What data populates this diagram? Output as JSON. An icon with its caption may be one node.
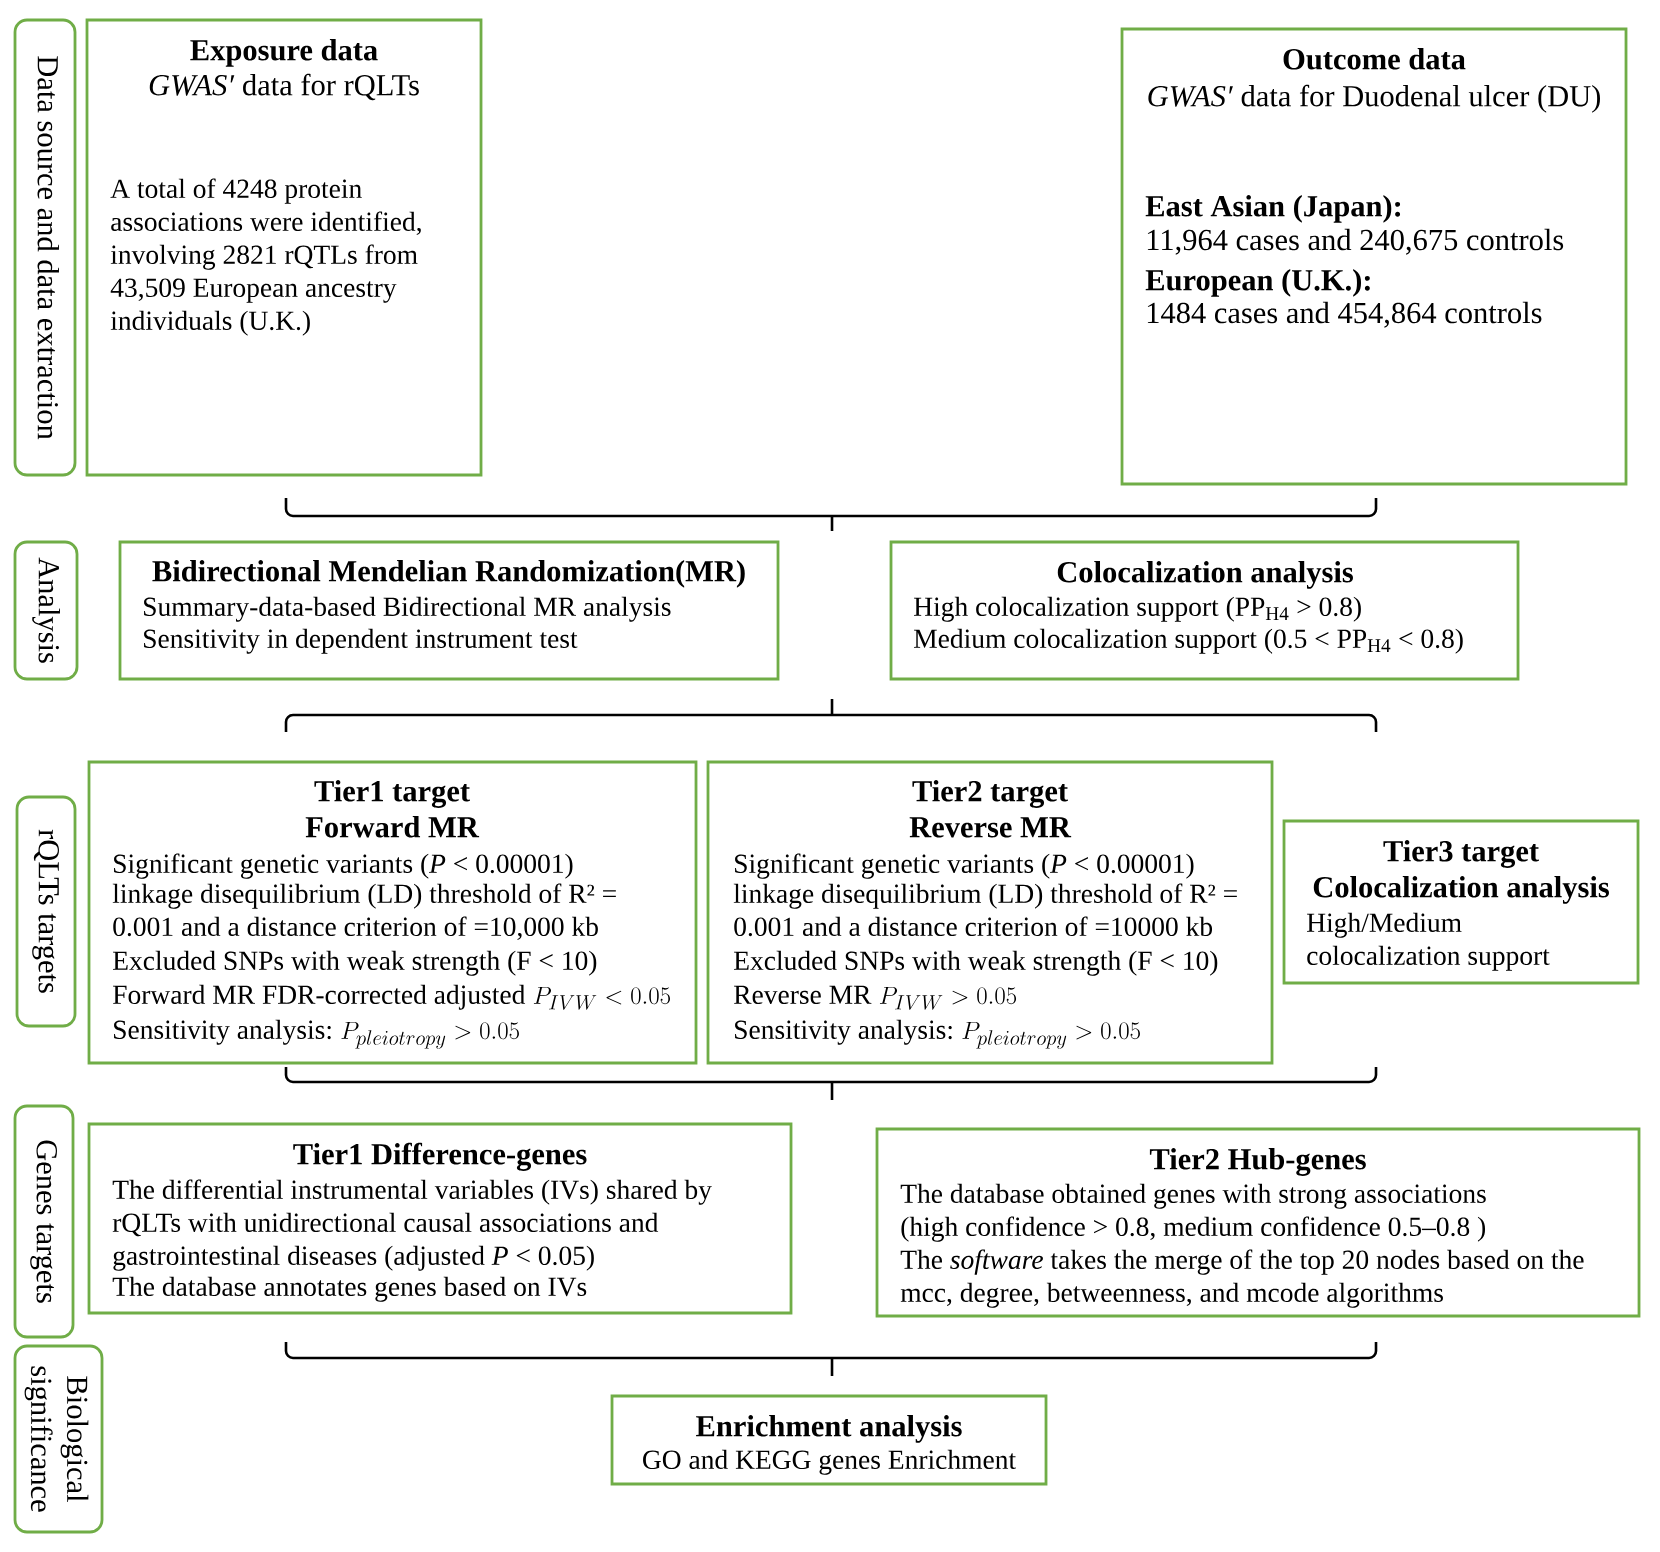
{
  "diagram": {
    "nodes": [
      {
        "text": [
          "Data source and data extraction"
        ]
      },
      {
        "text": [
          "Exposure data",
          "*GWAS′* data for rQLTs",
          "A total of 4248 protein associations were identified, involving 2821 rQTLs from 43,509 European ancestry individuals (U.K.)"
        ]
      },
      {
        "text": [
          "Outcome data",
          "*GWAS′* data for Duodenal ulcer (DU)",
          "East Asian (Japan):",
          "11,964 cases and 240,675 controls",
          "European (U.K.):",
          "1484 cases and 454,864 controls"
        ]
      },
      {
        "text": [
          "Analysis"
        ]
      },
      {
        "text": [
          "Bidirectional Mendelian Randomization(MR)",
          "Summary-data-based Bidirectional MR analysis",
          "Sensitivity in dependent instrument test"
        ]
      },
      {
        "text": [
          "Colocalization analysis",
          "High colocalization support (PP$_{H4}$ > 0.8)",
          "Medium colocalization support (0.5 < PP$_{H4}$ < 0.8)"
        ]
      },
      {
        "text": [
          "rQLTs targets"
        ]
      },
      {
        "text": [
          "Tier1 target",
          "Forward MR",
          "Significant genetic variants (*P* < 0.00001)",
          "linkage disequilibrium (LD) threshold of R² = 0.001 and a distance criterion of =10,000 kb",
          "Excluded SNPs with weak strength (F < 10)",
          "Forward MR FDR-corrected adjusted",
          "P_{IVW} < 0.05",
          "Sensitivity analysis:",
          "P_{pleiotropy} > 0.05"
        ]
      },
      {
        "text": [
          "Tier2 target",
          "Reverse MR",
          "Significant genetic variants (*P* < 0.00001)",
          "linkage disequilibrium (LD) threshold of R² = 0.001 and a distance criterion of =10000 kb",
          "Excluded SNPs with weak strength (F < 10)",
          "Reverse MR",
          "P_{IVW} > 0.05",
          "Sensitivity analysis:",
          "P_{pleiotropy} > 0.05"
        ]
      },
      {
        "text": [
          "Tier3 target",
          "Colocalization analysis",
          "High/Medium colocalization support"
        ]
      },
      {
        "text": [
          "Genes targets"
        ]
      },
      {
        "text": [
          "Tier1 Difference-genes",
          "The differential instrumental variables (IVs) shared by rQLTs with unidirectional causal associations and gastrointestinal diseases (adjusted *P* < 0.05)",
          "The database annotates genes based on IVs"
        ]
      },
      {
        "text": [
          "Tier2 Hub-genes",
          "The database obtained genes with strong associations (high confidence > 0.8, medium confidence 0.5–0.8 )",
          "The *software* takes the merge of the top 20 nodes based on the mcc, degree, betweenness, and mcode algorithms"
        ]
      },
      {
        "text": [
          "Biological significance"
        ]
      },
      {
        "text": [
          "Enrichment analysis",
          "GO and KEGG genes Enrichment"
        ]
      }
    ]
  }
}
